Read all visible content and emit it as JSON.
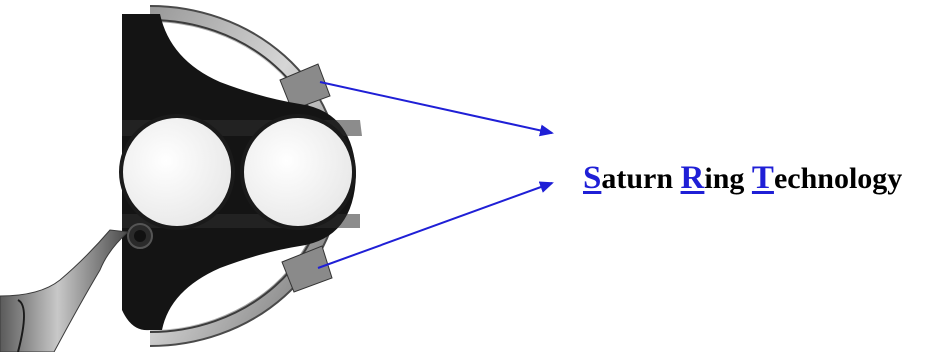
{
  "image": {
    "subject": "putter-head-icon",
    "callout_color": "#1f1fd6"
  },
  "callout": {
    "word1_initial": "S",
    "word1_rest": "aturn ",
    "word2_initial": "R",
    "word2_rest": "ing ",
    "word3_initial": "T",
    "word3_rest": "echnology"
  }
}
